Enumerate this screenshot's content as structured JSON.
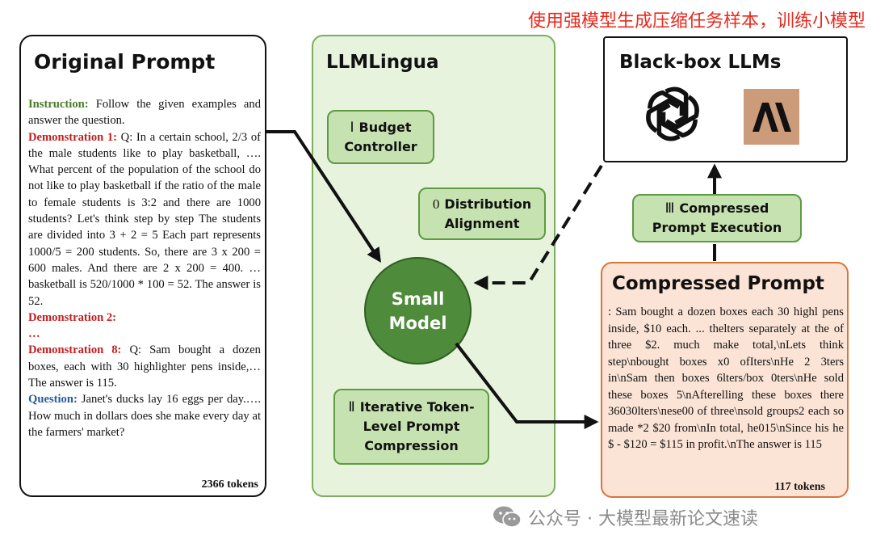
{
  "top_note": "使用强模型生成压缩任务样本，训练小模型",
  "original_prompt": {
    "title": "Original Prompt",
    "instruction_label": "Instruction:",
    "instruction_text": " Follow the given examples and answer the question.",
    "demo1_label": "Demonstration 1:",
    "demo1_text": " Q: In a certain school, 2/3 of the male students like to play basketball, …. What percent of the population of the school do not like to play basketball if the ratio of the male to female students is 3:2 and there are 1000 students? Let's think step by step The students are divided into 3 + 2 = 5 Each part represents 1000/5 = 200 students. So, there are 3 x 200 = 600 males. And there are 2 x 200 = 400. …basketball is 520/1000 * 100 = 52. The answer is 52.",
    "demo2_label": "Demonstration 2:",
    "ellipsis": "…",
    "demo8_label": "Demonstration 8:",
    "demo8_text": " Q: Sam bought a dozen boxes, each with 30 highlighter pens inside,… The answer is 115.",
    "question_label": "Question:",
    "question_text": " Janet's ducks lay 16 eggs per day.…. How much in dollars does she make every day at the farmers' market?",
    "tokens": "2366 tokens"
  },
  "llmlingua": {
    "title": "LLMLingua",
    "budget": {
      "num": "Ⅰ",
      "line1": "Budget",
      "line2": "Controller"
    },
    "distribution": {
      "num": "0",
      "line1": "Distribution",
      "line2": "Alignment"
    },
    "small_model": {
      "line1": "Small",
      "line2": "Model"
    },
    "iterative": {
      "num": "Ⅱ",
      "line1": "Iterative Token-",
      "line2": "Level Prompt",
      "line3": "Compression"
    }
  },
  "blackbox": {
    "title": "Black-box LLMs",
    "icons": [
      "openai-icon",
      "anthropic-icon"
    ]
  },
  "execution": {
    "num": "Ⅲ",
    "line1": "Compressed",
    "line2": "Prompt Execution"
  },
  "compressed_prompt": {
    "title": "Compressed Prompt",
    "body": ": Sam bought a dozen boxes each 30 highl pens inside, $10 each. ... thelters separately at the of three $2. much make total,\\nLets think step\\nbought boxes x0 ofIters\\nHe 2 3ters in\\nSam then boxes 6lters/box 0ters\\nHe sold these boxes 5\\nAfterelling these boxes there 36030lters\\nese00 of three\\nsold groups2 each so made *2 $20 from\\nIn total, he015\\nSince his he $ - $120 = $115 in profit.\\nThe answer is 115",
    "tokens": "117 tokens"
  },
  "watermark": "公众号 · 大模型最新论文速读",
  "colors": {
    "red_note": "#e8291d",
    "panel_green": "#e7f3dc",
    "box_green": "#c7e2b1",
    "model_green": "#4e8b3a",
    "compressed_bg": "#fbe4d6",
    "compressed_border": "#d8763a",
    "anthropic": "#cc9b7a"
  }
}
